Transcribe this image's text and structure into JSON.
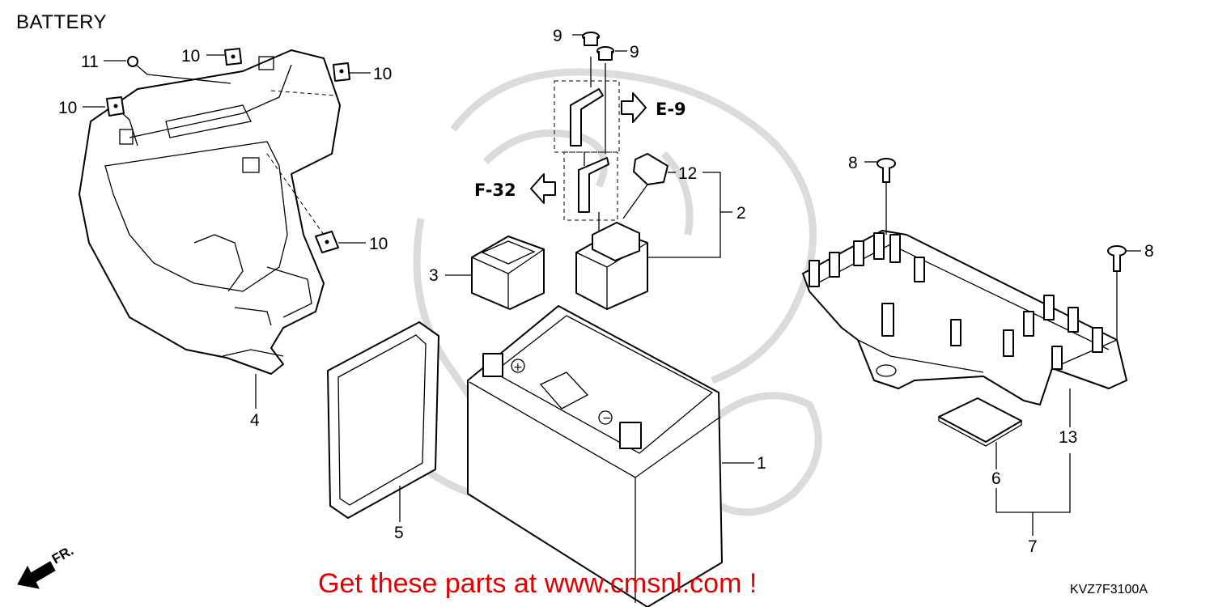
{
  "title": "BATTERY",
  "diagram_code": "KVZ7F3100A",
  "promo_text": "Get these parts at www.cmsnl.com !",
  "direction_label": "FR.",
  "references": {
    "e9": "E-9",
    "f32": "F-32"
  },
  "callouts": {
    "c1": "1",
    "c2": "2",
    "c3": "3",
    "c4": "4",
    "c5": "5",
    "c6": "6",
    "c7": "7",
    "c8a": "8",
    "c8b": "8",
    "c9a": "9",
    "c9b": "9",
    "c10a": "10",
    "c10b": "10",
    "c10c": "10",
    "c10d": "10",
    "c11": "11",
    "c12": "12",
    "c13": "13"
  }
}
